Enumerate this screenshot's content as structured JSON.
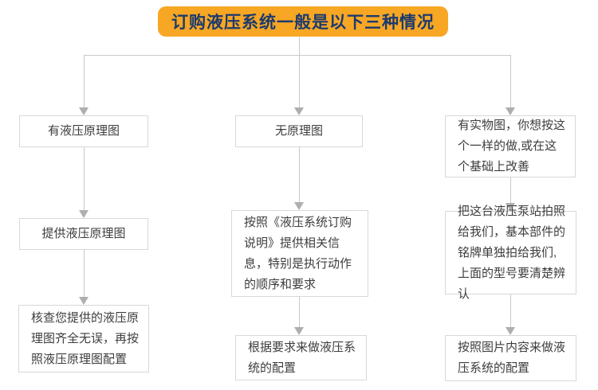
{
  "header": {
    "title": "订购液压系统一般是以下三种情况"
  },
  "flowchart": {
    "columns": [
      {
        "steps": [
          "有液压原理图",
          "提供液压原理图",
          "核查您提供的液压原理图齐全无误，再按照液压原理图配置"
        ]
      },
      {
        "steps": [
          "无原理图",
          "按照《液压系统订购说明》提供相关信息，特别是执行动作的顺序和要求",
          "根据要求来做液压系统的配置"
        ]
      },
      {
        "steps": [
          "有实物图，你想按这个一样的做,或在这个基础上改善",
          "把这台液压泵站拍照给我们，基本部件的铭牌单独拍给我们,上面的型号要清楚辨认",
          "按照图片内容来做液压系统的配置"
        ]
      }
    ]
  },
  "colors": {
    "header_background": "#f7a724",
    "header_text": "#1c3a6e",
    "connector_line": "#c9c9c9",
    "arrow_head": "#aeaeae",
    "box_border": "#d8d8d8",
    "box_text": "#3d3d3d",
    "page_background": "#ffffff"
  }
}
